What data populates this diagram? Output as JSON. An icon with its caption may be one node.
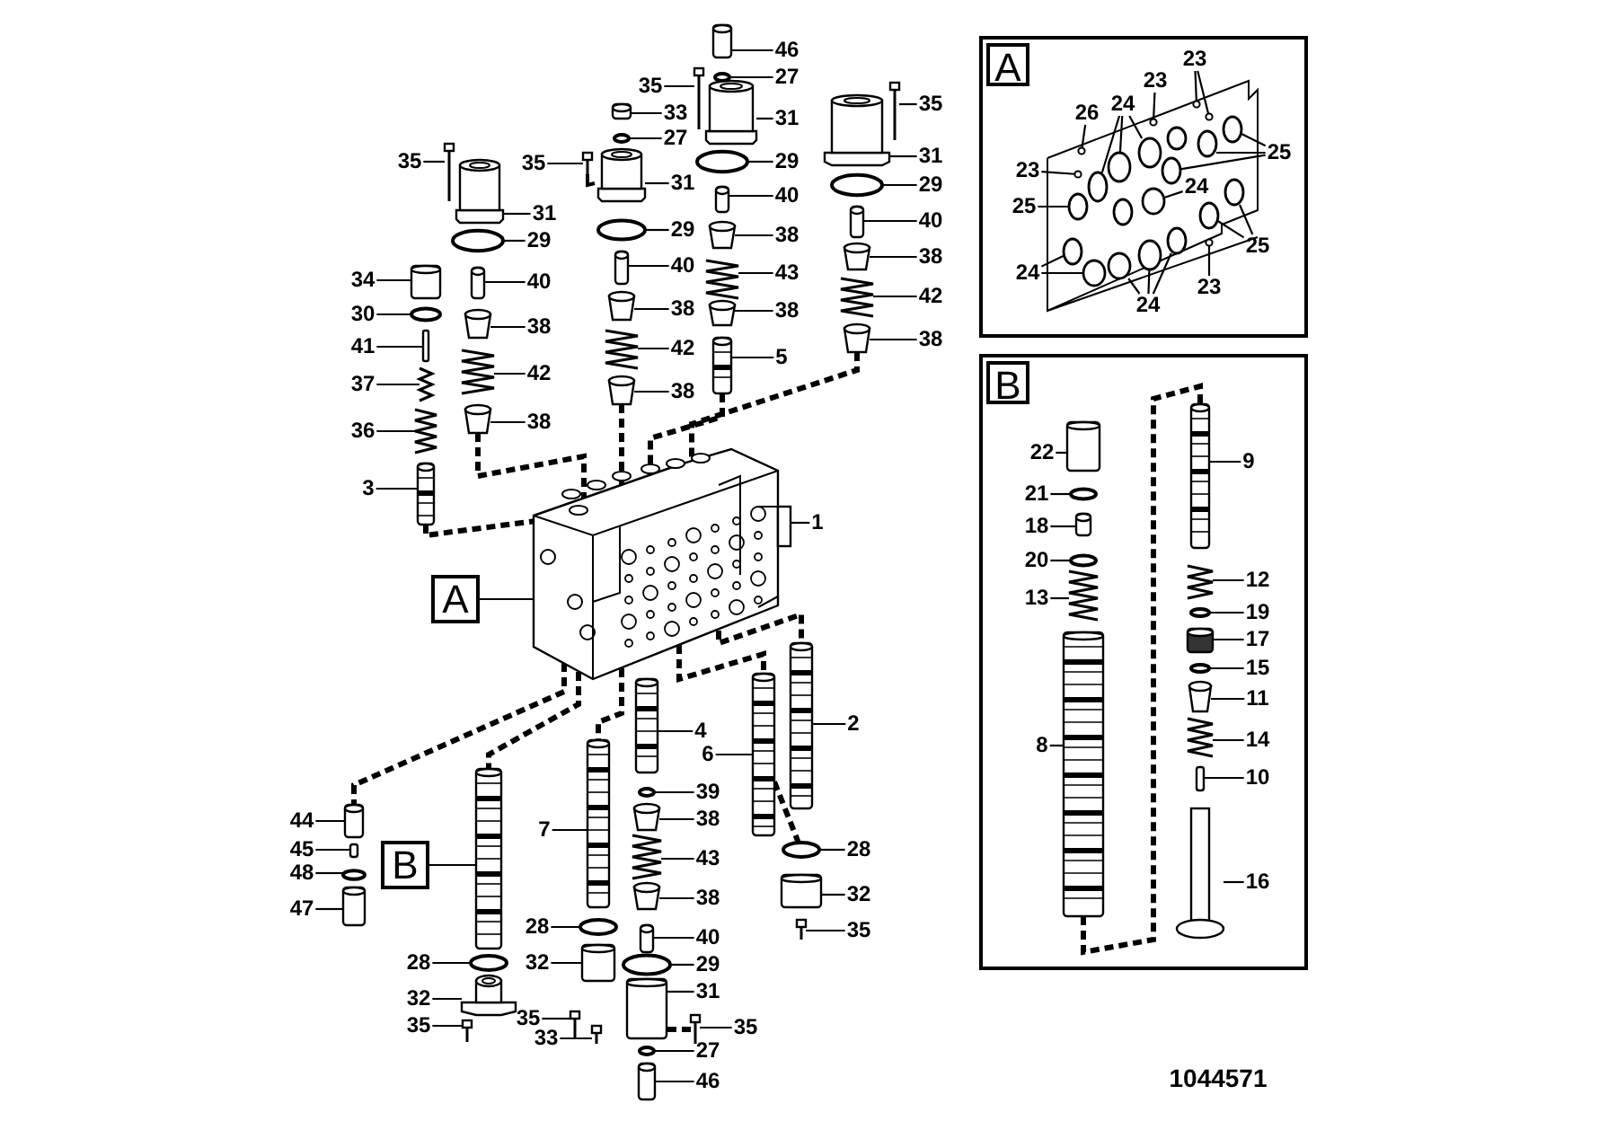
{
  "diagram": {
    "nodes": [
      {
        "text": [
          "34"
        ]
      },
      {
        "text": [
          "30"
        ]
      },
      {
        "text": [
          "41"
        ]
      },
      {
        "text": [
          "37"
        ]
      },
      {
        "text": [
          "36"
        ]
      },
      {
        "text": [
          "3"
        ]
      },
      {
        "text": [
          "35"
        ]
      },
      {
        "text": [
          "31"
        ]
      },
      {
        "text": [
          "29"
        ]
      },
      {
        "text": [
          "40"
        ]
      },
      {
        "text": [
          "38"
        ]
      },
      {
        "text": [
          "42"
        ]
      },
      {
        "text": [
          "38"
        ]
      },
      {
        "text": [
          "35"
        ]
      },
      {
        "text": [
          "33"
        ]
      },
      {
        "text": [
          "27"
        ]
      },
      {
        "text": [
          "31"
        ]
      },
      {
        "text": [
          "29"
        ]
      },
      {
        "text": [
          "40"
        ]
      },
      {
        "text": [
          "38"
        ]
      },
      {
        "text": [
          "42"
        ]
      },
      {
        "text": [
          "38"
        ]
      },
      {
        "text": [
          "35"
        ]
      },
      {
        "text": [
          "46"
        ]
      },
      {
        "text": [
          "27"
        ]
      },
      {
        "text": [
          "31"
        ]
      },
      {
        "text": [
          "29"
        ]
      },
      {
        "text": [
          "40"
        ]
      },
      {
        "text": [
          "38"
        ]
      },
      {
        "text": [
          "43"
        ]
      },
      {
        "text": [
          "38"
        ]
      },
      {
        "text": [
          "5"
        ]
      },
      {
        "text": [
          "35"
        ]
      },
      {
        "text": [
          "31"
        ]
      },
      {
        "text": [
          "29"
        ]
      },
      {
        "text": [
          "40"
        ]
      },
      {
        "text": [
          "38"
        ]
      },
      {
        "text": [
          "42"
        ]
      },
      {
        "text": [
          "38"
        ]
      },
      {
        "text": [
          "1"
        ]
      },
      {
        "text": [
          "A"
        ]
      },
      {
        "text": [
          "44"
        ]
      },
      {
        "text": [
          "45"
        ]
      },
      {
        "text": [
          "48"
        ]
      },
      {
        "text": [
          "47"
        ]
      },
      {
        "text": [
          "B"
        ]
      },
      {
        "text": [
          "2"
        ]
      },
      {
        "text": [
          "4"
        ]
      },
      {
        "text": [
          "6"
        ]
      },
      {
        "text": [
          "39"
        ]
      },
      {
        "text": [
          "38"
        ]
      },
      {
        "text": [
          "43"
        ]
      },
      {
        "text": [
          "38"
        ]
      },
      {
        "text": [
          "40"
        ]
      },
      {
        "text": [
          "29"
        ]
      },
      {
        "text": [
          "31"
        ]
      },
      {
        "text": [
          "35"
        ]
      },
      {
        "text": [
          "27"
        ]
      },
      {
        "text": [
          "46"
        ]
      },
      {
        "text": [
          "7"
        ]
      },
      {
        "text": [
          "28"
        ]
      },
      {
        "text": [
          "32"
        ]
      },
      {
        "text": [
          "35"
        ]
      },
      {
        "text": [
          "33"
        ]
      },
      {
        "text": [
          "28"
        ]
      },
      {
        "text": [
          "32"
        ]
      },
      {
        "text": [
          "35"
        ]
      },
      {
        "text": [
          "28"
        ]
      },
      {
        "text": [
          "32"
        ]
      },
      {
        "text": [
          "35"
        ]
      },
      {
        "text": [],
        "shape": "box"
      },
      {
        "text": [
          "23"
        ],
        "in": 70
      },
      {
        "text": [
          "23"
        ],
        "in": 70
      },
      {
        "text": [
          "26"
        ],
        "in": 70
      },
      {
        "text": [
          "24"
        ],
        "in": 70
      },
      {
        "text": [
          "23"
        ],
        "in": 70
      },
      {
        "text": [
          "25"
        ],
        "in": 70
      },
      {
        "text": [
          "25"
        ],
        "in": 70
      },
      {
        "text": [
          "24"
        ],
        "in": 70
      },
      {
        "text": [
          "25"
        ],
        "in": 70
      },
      {
        "text": [
          "24"
        ],
        "in": 70
      },
      {
        "text": [
          "23"
        ],
        "in": 70
      },
      {
        "text": [
          "24"
        ],
        "in": 70
      },
      {
        "text": [],
        "shape": "box"
      },
      {
        "text": [
          "22"
        ],
        "in": 83
      },
      {
        "text": [
          "21"
        ],
        "in": 83
      },
      {
        "text": [
          "18"
        ],
        "in": 83
      },
      {
        "text": [
          "20"
        ],
        "in": 83
      },
      {
        "text": [
          "13"
        ],
        "in": 83
      },
      {
        "text": [
          "8"
        ],
        "in": 83
      },
      {
        "text": [
          "9"
        ],
        "in": 83
      },
      {
        "text": [
          "12"
        ],
        "in": 83
      },
      {
        "text": [
          "19"
        ],
        "in": 83
      },
      {
        "text": [
          "17"
        ],
        "in": 83
      },
      {
        "text": [
          "15"
        ],
        "in": 83
      },
      {
        "text": [
          "11"
        ],
        "in": 83
      },
      {
        "text": [
          "14"
        ],
        "in": 83
      },
      {
        "text": [
          "10"
        ],
        "in": 83
      },
      {
        "text": [
          "16"
        ],
        "in": 83
      },
      {
        "text": [],
        "shape": "picture"
      },
      {
        "text": [],
        "shape": "circle"
      },
      {
        "text": [],
        "shape": "bar"
      },
      {
        "text": [],
        "shape": "picture"
      },
      {
        "text": [],
        "shape": "picture"
      },
      {
        "text": [],
        "shape": "picture"
      },
      {
        "text": [],
        "shape": "picture"
      },
      {
        "text": [],
        "shape": "cylinder"
      },
      {
        "text": [],
        "shape": "circle"
      },
      {
        "text": [],
        "shape": "picture"
      },
      {
        "text": [],
        "shape": "picture"
      },
      {
        "text": [],
        "shape": "picture"
      },
      {
        "text": [],
        "shape": "picture"
      },
      {
        "text": [],
        "shape": "picture"
      },
      {
        "text": [],
        "shape": "picture"
      },
      {
        "text": [],
        "shape": "circle"
      },
      {
        "text": [],
        "shape": "cylinder"
      },
      {
        "text": [],
        "shape": "circle"
      },
      {
        "text": [],
        "shape": "picture"
      },
      {
        "text": [],
        "shape": "picture"
      },
      {
        "text": [],
        "shape": "picture"
      },
      {
        "text": [],
        "shape": "picture"
      },
      {
        "text": [],
        "shape": "picture"
      },
      {
        "text": [],
        "shape": "picture"
      },
      {
        "text": [],
        "shape": "circle"
      },
      {
        "text": [],
        "shape": "cylinder"
      },
      {
        "text": [],
        "shape": "circle"
      },
      {
        "text": [],
        "shape": "picture"
      },
      {
        "text": [],
        "shape": "picture"
      },
      {
        "text": [],
        "shape": "picture"
      },
      {
        "text": [],
        "shape": "picture"
      },
      {
        "text": [],
        "shape": "picture"
      },
      {
        "text": [],
        "shape": "picture"
      },
      {
        "text": [],
        "shape": "cylinder"
      },
      {
        "text": [],
        "shape": "circle"
      },
      {
        "text": [],
        "shape": "picture"
      },
      {
        "text": [],
        "shape": "picture"
      },
      {
        "text": [],
        "shape": "picture"
      },
      {
        "text": [],
        "shape": "picture"
      },
      {
        "text": [],
        "shape": "picture"
      },
      {
        "text": [],
        "shape": "picture"
      },
      {
        "text": [],
        "shape": "bar"
      },
      {
        "text": [],
        "shape": "circle"
      },
      {
        "text": [],
        "shape": "picture"
      },
      {
        "text": [],
        "shape": "picture"
      },
      {
        "text": [],
        "shape": "circle"
      },
      {
        "text": [],
        "shape": "cylinder"
      },
      {
        "text": [],
        "shape": "picture"
      },
      {
        "text": [],
        "shape": "picture"
      },
      {
        "text": [],
        "shape": "circle"
      },
      {
        "text": [],
        "shape": "cylinder"
      },
      {
        "text": [],
        "shape": "picture"
      },
      {
        "text": [],
        "shape": "picture"
      },
      {
        "text": [],
        "shape": "picture"
      },
      {
        "text": [],
        "shape": "circle"
      },
      {
        "text": [],
        "shape": "picture"
      },
      {
        "text": [],
        "shape": "picture"
      },
      {
        "text": [],
        "shape": "picture"
      },
      {
        "text": [],
        "shape": "picture"
      },
      {
        "text": [],
        "shape": "circle"
      },
      {
        "text": [],
        "shape": "cylinder"
      },
      {
        "text": [],
        "shape": "picture"
      },
      {
        "text": [],
        "shape": "circle"
      },
      {
        "text": [],
        "shape": "picture"
      },
      {
        "text": [],
        "shape": "picture"
      },
      {
        "text": [],
        "shape": "picture"
      },
      {
        "text": [],
        "shape": "circle"
      },
      {
        "text": [],
        "shape": "cylinder"
      },
      {
        "text": [],
        "shape": "picture"
      },
      {
        "text": [],
        "shape": "circle",
        "in": 70
      },
      {
        "text": [],
        "shape": "circle",
        "in": 70
      },
      {
        "text": [],
        "shape": "circle",
        "in": 70
      },
      {
        "text": [],
        "shape": "circle",
        "in": 70
      },
      {
        "text": [],
        "shape": "circle",
        "in": 70
      },
      {
        "text": [],
        "shape": "circle",
        "in": 70
      },
      {
        "text": [],
        "shape": "circle",
        "in": 70
      },
      {
        "text": [],
        "shape": "circle",
        "in": 70
      },
      {
        "text": [],
        "shape": "circle",
        "in": 70
      },
      {
        "text": [],
        "shape": "circle",
        "in": 70
      },
      {
        "text": [],
        "shape": "circle",
        "in": 70
      },
      {
        "text": [],
        "shape": "circle",
        "in": 70
      },
      {
        "text": [],
        "shape": "circle",
        "in": 70
      },
      {
        "text": [],
        "shape": "circle",
        "in": 70
      },
      {
        "text": [],
        "shape": "circle",
        "in": 70
      },
      {
        "text": [],
        "shape": "circle",
        "in": 70
      },
      {
        "text": [],
        "shape": "circle",
        "in": 70
      },
      {
        "text": [],
        "shape": "circle",
        "in": 70
      },
      {
        "text": [],
        "shape": "circle",
        "in": 70
      },
      {
        "text": [],
        "shape": "circle",
        "in": 70
      },
      {
        "text": [],
        "shape": "circle",
        "in": 70
      },
      {
        "text": [],
        "shape": "picture",
        "in": 83
      },
      {
        "text": [],
        "shape": "circle",
        "in": 83
      },
      {
        "text": [],
        "shape": "picture",
        "in": 83
      },
      {
        "text": [],
        "shape": "circle",
        "in": 83
      },
      {
        "text": [],
        "shape": "picture",
        "in": 83
      },
      {
        "text": [],
        "shape": "picture",
        "in": 83
      },
      {
        "text": [],
        "shape": "picture",
        "in": 83
      },
      {
        "text": [],
        "shape": "picture",
        "in": 83
      },
      {
        "text": [],
        "shape": "circle",
        "in": 83
      },
      {
        "text": [],
        "shape": "cylinder",
        "in": 83
      },
      {
        "text": [],
        "shape": "circle",
        "in": 83
      },
      {
        "text": [],
        "shape": "picture",
        "in": 83
      },
      {
        "text": [],
        "shape": "picture",
        "in": 83
      },
      {
        "text": [],
        "shape": "bar",
        "in": 83
      },
      {
        "text": [],
        "shape": "picture",
        "in": 83
      },
      {
        "text": [
          "A"
        ],
        "in": 70
      },
      {
        "text": [
          "B"
        ],
        "in": 83
      }
    ],
    "edges": [
      {
        "from": 0,
        "to": 99,
        "arrow": "none"
      },
      {
        "from": 1,
        "to": 100,
        "arrow": "none"
      },
      {
        "from": 2,
        "to": 101,
        "arrow": "none"
      },
      {
        "from": 3,
        "to": 102,
        "arrow": "none"
      },
      {
        "from": 4,
        "to": 103,
        "arrow": "none"
      },
      {
        "from": 5,
        "to": 104,
        "arrow": "none"
      },
      {
        "from": 6,
        "to": 105,
        "arrow": "none"
      },
      {
        "from": 7,
        "to": 106,
        "arrow": "none"
      },
      {
        "from": 8,
        "to": 107,
        "arrow": "none"
      },
      {
        "from": 9,
        "to": 108,
        "arrow": "none"
      },
      {
        "from": 10,
        "to": 109,
        "arrow": "none"
      },
      {
        "from": 11,
        "to": 110,
        "arrow": "none"
      },
      {
        "from": 12,
        "to": 111,
        "arrow": "none"
      },
      {
        "from": 13,
        "to": 112,
        "arrow": "none"
      },
      {
        "from": 14,
        "to": 113,
        "arrow": "none"
      },
      {
        "from": 15,
        "to": 114,
        "arrow": "none"
      },
      {
        "from": 16,
        "to": 115,
        "arrow": "none"
      },
      {
        "from": 17,
        "to": 116,
        "arrow": "none"
      },
      {
        "from": 18,
        "to": 117,
        "arrow": "none"
      },
      {
        "from": 19,
        "to": 118,
        "arrow": "none"
      },
      {
        "from": 20,
        "to": 119,
        "arrow": "none"
      },
      {
        "from": 21,
        "to": 120,
        "arrow": "none"
      },
      {
        "from": 22,
        "to": 121,
        "arrow": "none"
      },
      {
        "from": 23,
        "to": 122,
        "arrow": "none"
      },
      {
        "from": 24,
        "to": 123,
        "arrow": "none"
      },
      {
        "from": 25,
        "to": 124,
        "arrow": "none"
      },
      {
        "from": 26,
        "to": 125,
        "arrow": "none"
      },
      {
        "from": 27,
        "to": 126,
        "arrow": "none"
      },
      {
        "from": 28,
        "to": 127,
        "arrow": "none"
      },
      {
        "from": 29,
        "to": 128,
        "arrow": "none"
      },
      {
        "from": 30,
        "to": 129,
        "arrow": "none"
      },
      {
        "from": 31,
        "to": 130,
        "arrow": "none"
      },
      {
        "from": 32,
        "to": 131,
        "arrow": "none"
      },
      {
        "from": 33,
        "to": 132,
        "arrow": "none"
      },
      {
        "from": 34,
        "to": 133,
        "arrow": "none"
      },
      {
        "from": 35,
        "to": 134,
        "arrow": "none"
      },
      {
        "from": 36,
        "to": 135,
        "arrow": "none"
      },
      {
        "from": 37,
        "to": 136,
        "arrow": "none"
      },
      {
        "from": 38,
        "to": 137,
        "arrow": "none"
      },
      {
        "from": 39,
        "to": 138,
        "arrow": "none"
      },
      {
        "from": 40,
        "to": 138,
        "arrow": "none"
      },
      {
        "from": 41,
        "to": 139,
        "arrow": "none"
      },
      {
        "from": 42,
        "to": 140,
        "arrow": "none"
      },
      {
        "from": 43,
        "to": 141,
        "arrow": "none"
      },
      {
        "from": 44,
        "to": 142,
        "arrow": "none"
      },
      {
        "from": 45,
        "to": 143,
        "arrow": "none"
      },
      {
        "from": 46,
        "to": 164,
        "arrow": "none"
      },
      {
        "from": 47,
        "to": 152,
        "arrow": "none"
      },
      {
        "from": 48,
        "to": 163,
        "arrow": "none"
      },
      {
        "from": 49,
        "to": 153,
        "arrow": "none"
      },
      {
        "from": 50,
        "to": 154,
        "arrow": "none"
      },
      {
        "from": 51,
        "to": 155,
        "arrow": "none"
      },
      {
        "from": 52,
        "to": 156,
        "arrow": "none"
      },
      {
        "from": 53,
        "to": 157,
        "arrow": "none"
      },
      {
        "from": 54,
        "to": 158,
        "arrow": "none"
      },
      {
        "from": 55,
        "to": 159,
        "arrow": "none"
      },
      {
        "from": 56,
        "to": 160,
        "arrow": "none"
      },
      {
        "from": 57,
        "to": 161,
        "arrow": "none"
      },
      {
        "from": 58,
        "to": 162,
        "arrow": "none"
      },
      {
        "from": 59,
        "to": 147,
        "arrow": "none"
      },
      {
        "from": 60,
        "to": 148,
        "arrow": "none"
      },
      {
        "from": 61,
        "to": 149,
        "arrow": "none"
      },
      {
        "from": 62,
        "to": 150,
        "arrow": "none"
      },
      {
        "from": 63,
        "to": 151,
        "arrow": "none"
      },
      {
        "from": 64,
        "to": 144,
        "arrow": "none"
      },
      {
        "from": 65,
        "to": 145,
        "arrow": "none"
      },
      {
        "from": 66,
        "to": 146,
        "arrow": "none"
      },
      {
        "from": 67,
        "to": 165,
        "arrow": "none"
      },
      {
        "from": 68,
        "to": 166,
        "arrow": "none"
      },
      {
        "from": 69,
        "to": 167,
        "arrow": "none"
      },
      {
        "from": 71,
        "to": 184,
        "arrow": "none"
      },
      {
        "from": 71,
        "to": 185,
        "arrow": "none"
      },
      {
        "from": 72,
        "to": 183,
        "arrow": "none"
      },
      {
        "from": 73,
        "to": 186,
        "arrow": "none"
      },
      {
        "from": 74,
        "to": 168,
        "arrow": "none"
      },
      {
        "from": 74,
        "to": 169,
        "arrow": "none"
      },
      {
        "from": 74,
        "to": 170,
        "arrow": "none"
      },
      {
        "from": 75,
        "to": 187,
        "arrow": "none"
      },
      {
        "from": 76,
        "to": 173,
        "arrow": "none"
      },
      {
        "from": 76,
        "to": 172,
        "arrow": "none"
      },
      {
        "from": 76,
        "to": 171,
        "arrow": "none"
      },
      {
        "from": 77,
        "to": 174,
        "arrow": "none"
      },
      {
        "from": 78,
        "to": 175,
        "arrow": "none"
      },
      {
        "from": 79,
        "to": 177,
        "arrow": "none"
      },
      {
        "from": 79,
        "to": 176,
        "arrow": "none"
      },
      {
        "from": 80,
        "to": 178,
        "arrow": "none"
      },
      {
        "from": 80,
        "to": 179,
        "arrow": "none"
      },
      {
        "from": 81,
        "to": 188,
        "arrow": "none"
      },
      {
        "from": 82,
        "to": 180,
        "arrow": "none"
      },
      {
        "from": 82,
        "to": 181,
        "arrow": "none"
      },
      {
        "from": 82,
        "to": 182,
        "arrow": "none"
      },
      {
        "from": 84,
        "to": 189,
        "arrow": "none"
      },
      {
        "from": 85,
        "to": 190,
        "arrow": "none"
      },
      {
        "from": 86,
        "to": 191,
        "arrow": "none"
      },
      {
        "from": 87,
        "to": 192,
        "arrow": "none"
      },
      {
        "from": 88,
        "to": 193,
        "arrow": "none"
      },
      {
        "from": 89,
        "to": 194,
        "arrow": "none"
      },
      {
        "from": 90,
        "to": 195,
        "arrow": "none"
      },
      {
        "from": 91,
        "to": 196,
        "arrow": "none"
      },
      {
        "from": 92,
        "to": 197,
        "arrow": "none"
      },
      {
        "from": 93,
        "to": 198,
        "arrow": "none"
      },
      {
        "from": 94,
        "to": 199,
        "arrow": "none"
      },
      {
        "from": 95,
        "to": 200,
        "arrow": "none"
      },
      {
        "from": 96,
        "to": 201,
        "arrow": "none"
      },
      {
        "from": 97,
        "to": 202,
        "arrow": "none"
      },
      {
        "from": 98,
        "to": 203,
        "arrow": "none"
      },
      {
        "from": 104,
        "to": 138,
        "arrow": "none",
        "style": "dashed"
      },
      {
        "from": 111,
        "to": 138,
        "arrow": "none",
        "style": "dashed"
      },
      {
        "from": 120,
        "to": 138,
        "arrow": "none",
        "style": "dashed"
      },
      {
        "from": 130,
        "to": 138,
        "arrow": "none",
        "style": "dashed"
      },
      {
        "from": 137,
        "to": 138,
        "arrow": "none",
        "style": "dashed"
      },
      {
        "from": 138,
        "to": 143,
        "arrow": "none",
        "style": "dashed"
      },
      {
        "from": 138,
        "to": 139,
        "arrow": "none",
        "style": "dashed"
      },
      {
        "from": 138,
        "to": 147,
        "arrow": "none",
        "style": "dashed"
      },
      {
        "from": 138,
        "to": 163,
        "arrow": "none",
        "style": "dashed"
      },
      {
        "from": 138,
        "to": 164,
        "arrow": "none",
        "style": "dashed"
      },
      {
        "from": 163,
        "to": 165,
        "arrow": "none",
        "style": "dashed"
      },
      {
        "from": 160,
        "to": 159,
        "arrow": "none",
        "style": "dashed"
      },
      {
        "from": 194,
        "to": 195,
        "arrow": "none",
        "style": "dashed"
      }
    ],
    "labels": [
      "1044571"
    ]
  }
}
